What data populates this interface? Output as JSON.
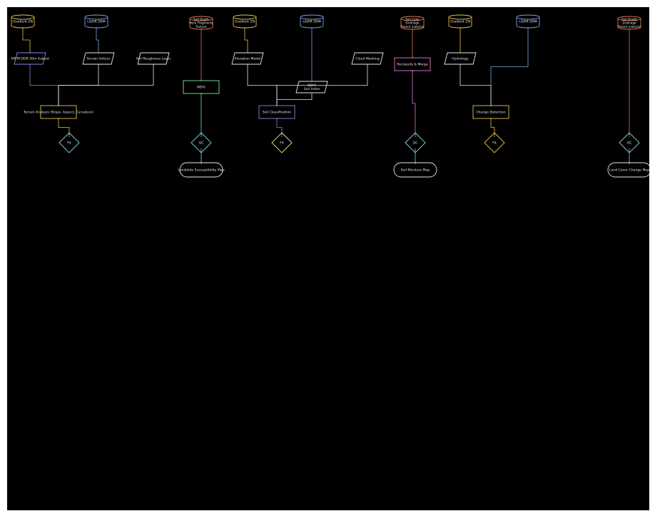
{
  "diagram": {
    "title": "",
    "nodes": [
      {
        "id": "db1",
        "type": "db",
        "label": "Gradient ZN",
        "color": "#e8c24a"
      },
      {
        "id": "db2",
        "type": "db",
        "label": "LiDAR DSM",
        "color": "#7aa6e8"
      },
      {
        "id": "db3",
        "type": "db",
        "label": "Soil Depth | Rock Fragments | Texture",
        "color": "#e07b4a"
      },
      {
        "id": "db4",
        "type": "db",
        "label": "Gradient ZN",
        "color": "#e8c24a"
      },
      {
        "id": "db5",
        "type": "db",
        "label": "LiDAR DSM",
        "color": "#7aa6e8"
      },
      {
        "id": "db6",
        "type": "db",
        "label": "Soil Color | Drainage | Parent material",
        "color": "#e07b4a"
      },
      {
        "id": "db7",
        "type": "db",
        "label": "Gradient ZN",
        "color": "#e8c24a"
      },
      {
        "id": "db8",
        "type": "db",
        "label": "LiDAR DSM",
        "color": "#7aa6e8"
      },
      {
        "id": "db9",
        "type": "db",
        "label": "Soil Depth | Drainage | Parent material",
        "color": "#e07b4a"
      },
      {
        "id": "p1",
        "type": "para",
        "label": "SRTM DEM 30m Subset",
        "color": "#9b7ae8"
      },
      {
        "id": "p2",
        "type": "para",
        "label": "Terrain Indices",
        "color": "#e8e8e8"
      },
      {
        "id": "p3",
        "type": "para",
        "label": "Soil Roughness Layer",
        "color": "#e8e8e8"
      },
      {
        "id": "p4",
        "type": "proc",
        "label": "Terrain Analysis (Slope, Aspect, Curvature)",
        "color": "#e8c24a"
      },
      {
        "id": "p5",
        "type": "proc",
        "label": "NDVI",
        "color": "#7ae8a0"
      },
      {
        "id": "p6",
        "type": "para",
        "label": "Elevation Model",
        "color": "#e8e8e8"
      },
      {
        "id": "p7",
        "type": "para",
        "label": "NDVI | Soil Index",
        "color": "#e8e8e8"
      },
      {
        "id": "p8",
        "type": "proc",
        "label": "Soil Classification",
        "color": "#9b7ae8"
      },
      {
        "id": "p9",
        "type": "para",
        "label": "Cloud Masking",
        "color": "#e8e8e8"
      },
      {
        "id": "p10",
        "type": "proc",
        "label": "Reclassify & Merge",
        "color": "#e87ad6"
      },
      {
        "id": "p11",
        "type": "para",
        "label": "Hydrology",
        "color": "#e8e8e8"
      },
      {
        "id": "p12",
        "type": "proc",
        "label": "Change Detection",
        "color": "#e8c24a"
      },
      {
        "id": "d1",
        "type": "dec",
        "label": "Fit",
        "color": "#7ad6e8"
      },
      {
        "id": "d2",
        "type": "dec",
        "label": "QC",
        "color": "#7ad6e8"
      },
      {
        "id": "d3",
        "type": "dec",
        "label": "Fit",
        "color": "#e8e87a"
      },
      {
        "id": "d4",
        "type": "dec",
        "label": "QC",
        "color": "#7ad6e8"
      },
      {
        "id": "d5",
        "type": "dec",
        "label": "Fit",
        "color": "#e8c24a"
      },
      {
        "id": "d6",
        "type": "dec",
        "label": "QC",
        "color": "#7ad6e8"
      },
      {
        "id": "t1",
        "type": "term",
        "label": "Landslide Susceptibility Map",
        "color": "#e8e8e8"
      },
      {
        "id": "t2",
        "type": "term",
        "label": "Soil Moisture Map",
        "color": "#e8e8e8"
      },
      {
        "id": "t3",
        "type": "term",
        "label": "Land Cover Change Map",
        "color": "#e8e8e8"
      }
    ]
  }
}
